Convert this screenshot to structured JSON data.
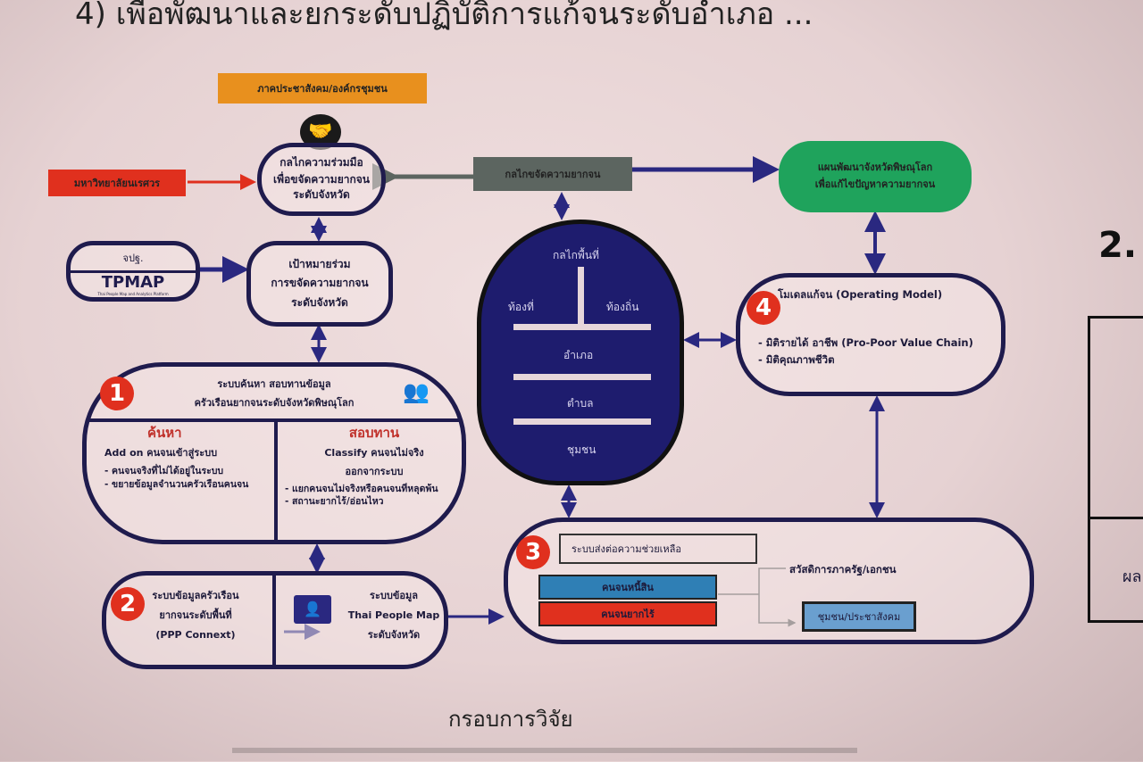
{
  "header": {
    "title": "4) เพื่อพัฒนาและยกระดับปฏิบัติการแก้จนระดับอำเภอ ..."
  },
  "boxes": {
    "civil_society": "ภาคประชาสังคม/องค์กรชุมชน",
    "university": "มหาวิทยาลัยนเรศวร",
    "cooperation": [
      "กลไกความร่วมมือ",
      "เพื่อขจัดความยากจน",
      "ระดับจังหวัด"
    ],
    "jpt": "จปฐ.",
    "tpmap_logo": "TPMAP",
    "tpmap_sub": "Thai People Map and Analytics Platform",
    "goal": [
      "เป้าหมายร่วม",
      "การขจัดความยากจน",
      "ระดับจังหวัด"
    ],
    "mechanism": "กลไกขจัดความยากจน",
    "plan": [
      "แผนพัฒนาจังหวัดพิษณุโลก",
      "เพื่อแก้ไขปัญหาความยากจน"
    ],
    "area": {
      "title": "กลไกพื้นที่",
      "left": "ท้องที่",
      "right": "ท้องถิ่น",
      "l1": "อำเภอ",
      "l2": "ตำบล",
      "l3": "ชุมชน"
    },
    "model": {
      "num": "4",
      "title": "โมเดลแก้จน (Operating Model)",
      "items": [
        "- มิติรายได้ อาชีพ (Pro-Poor Value Chain)",
        "- มิติคุณภาพชีวิต"
      ]
    },
    "system1": {
      "num": "1",
      "title": [
        "ระบบค้นหา สอบทานข้อมูล",
        "ครัวเรือนยากจนระดับจังหวัดพิษณุโลก"
      ],
      "search": {
        "title": "ค้นหา",
        "sub": "Add on คนจนเข้าสู่ระบบ",
        "items": [
          "- คนจนจริงที่ไม่ได้อยู่ในระบบ",
          "- ขยายข้อมูลจำนวนครัวเรือนคนจน"
        ]
      },
      "verify": {
        "title": "สอบทาน",
        "sub": "Classify คนจนไม่จริง",
        "sub2": "ออกจากระบบ",
        "items": [
          "- แยกคนจนไม่จริงหรือคนจนที่หลุดพ้น",
          "- สถานะยากไร้/อ่อนไหว"
        ]
      }
    },
    "system2": {
      "num": "2",
      "left": [
        "ระบบข้อมูลครัวเรือน",
        "ยากจนระดับพื้นที่",
        "(PPP Connext)"
      ],
      "right": [
        "ระบบข้อมูล",
        "Thai People Map",
        "ระดับจังหวัด"
      ]
    },
    "system3": {
      "num": "3",
      "title": "ระบบส่งต่อความช่วยเหลือ",
      "debt": "คนจนหนี้สิน",
      "destitute": "คนจนยากไร้",
      "welfare": "สวัสดิการภาครัฐ/เอกชน",
      "community": "ชุมชน/ประชาสังคม"
    }
  },
  "footer": {
    "caption": "กรอบการวิจัย"
  },
  "side": {
    "heading": "2.",
    "cell": "ผล"
  },
  "colors": {
    "navy": "#1f1b4d",
    "orange": "#e8901e",
    "red": "#e0301e",
    "green": "#1fa35c",
    "gray": "#5c6560",
    "blue": "#2f7fb5"
  }
}
